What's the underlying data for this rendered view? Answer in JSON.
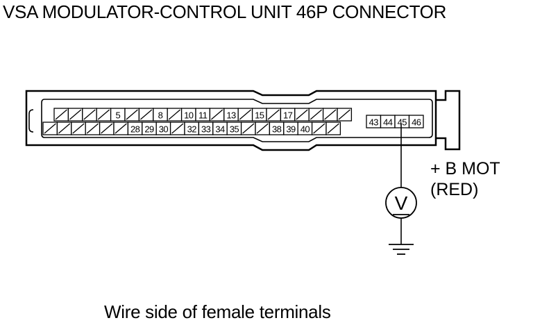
{
  "title": "VSA MODULATOR-CONTROL UNIT 46P CONNECTOR",
  "caption": "Wire side of female terminals",
  "wire": {
    "name": "+ B MOT",
    "color": "(RED)"
  },
  "meter": {
    "symbol": "V"
  },
  "connector": {
    "pins": 46,
    "row_top": [
      "",
      "",
      "",
      "",
      "5",
      "",
      "",
      "8",
      "",
      "10",
      "11",
      "",
      "13",
      "",
      "15",
      "",
      "17",
      "",
      "",
      "",
      ""
    ],
    "row_bottom": [
      "",
      "",
      "",
      "",
      "",
      "",
      "28",
      "29",
      "30",
      "",
      "32",
      "33",
      "34",
      "35",
      "",
      "",
      "38",
      "39",
      "40",
      "",
      ""
    ],
    "power_block": [
      "43",
      "44",
      "45",
      "46"
    ],
    "probe_pin": "45"
  }
}
